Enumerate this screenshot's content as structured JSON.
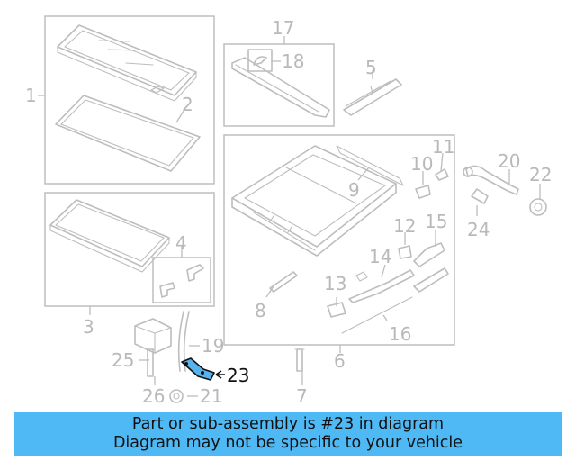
{
  "colors": {
    "banner_bg": "#4fb9f5",
    "part_line": "#bdbdbd",
    "highlight": "#111111",
    "highlight_fill": "#56b3ee"
  },
  "callouts": [
    "1",
    "2",
    "3",
    "4",
    "5",
    "6",
    "7",
    "8",
    "9",
    "10",
    "11",
    "12",
    "13",
    "14",
    "15",
    "16",
    "17",
    "18",
    "19",
    "20",
    "21",
    "22",
    "23",
    "24",
    "25",
    "26"
  ],
  "highlighted_part": "23",
  "banner": {
    "line1": "Part or sub-assembly is #23 in diagram",
    "line2": "Diagram may not be specific to your vehicle"
  }
}
